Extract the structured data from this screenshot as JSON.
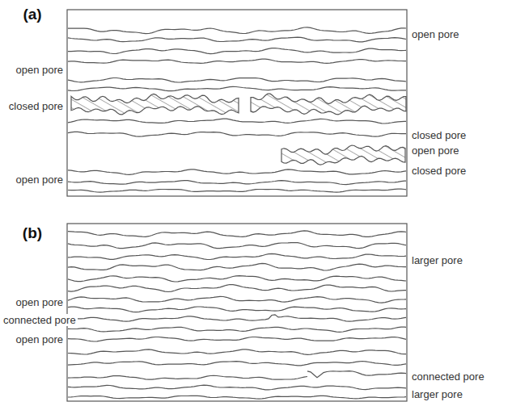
{
  "diagram": {
    "labels": [
      "(a)",
      "open pore",
      "open pore",
      "closed pore",
      "closed pore",
      "open pore",
      "closed pore",
      "open pore",
      "(b)",
      "larger pore",
      "open pore",
      "connected pore",
      "open pore",
      "connected pore",
      "larger pore"
    ]
  }
}
